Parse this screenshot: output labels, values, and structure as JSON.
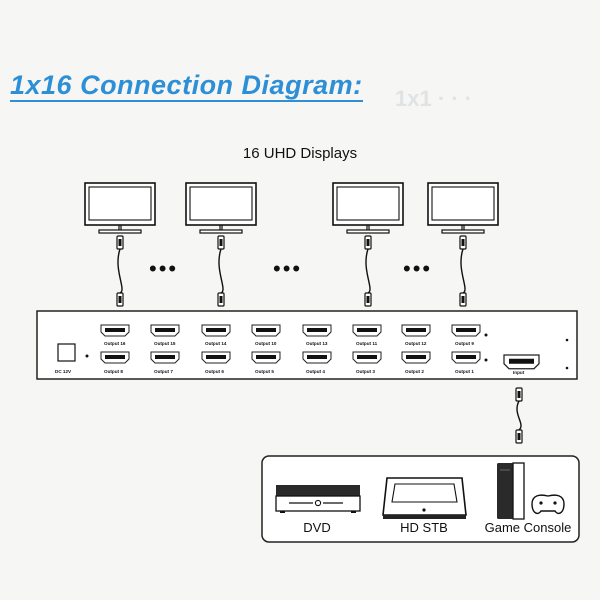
{
  "title": "1x16 Connection Diagram:",
  "subtitle": "16 UHD Displays",
  "ellipsis": "•••",
  "device": {
    "power_label": "DC 12V",
    "input_label": "Input",
    "top_outputs": [
      "Output 16",
      "Output 15",
      "Output 14",
      "Output 10",
      "Output 13",
      "Output 11",
      "Output 12",
      "Output 9"
    ],
    "bottom_outputs": [
      "Output 8",
      "Output 7",
      "Output 6",
      "Output 5",
      "Output 4",
      "Output 3",
      "Output 2",
      "Output 1"
    ]
  },
  "sources": [
    "DVD",
    "HD STB",
    "Game Console"
  ]
}
